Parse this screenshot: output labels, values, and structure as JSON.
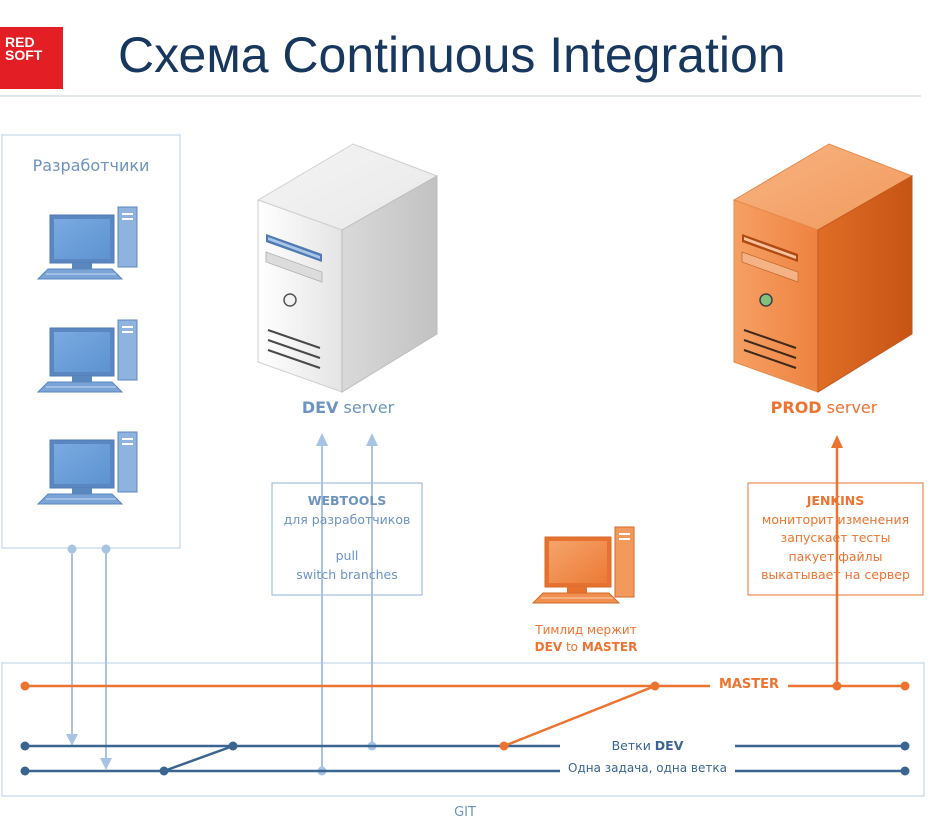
{
  "title": "Схема Continuous Integration",
  "logo": {
    "line1": "RED",
    "line2": "SOFT"
  },
  "developers": {
    "label": "Разработчики"
  },
  "dev_server": {
    "name_bold": "DEV",
    "name_rest": " server"
  },
  "prod_server": {
    "name_bold": "PROD",
    "name_rest": " server"
  },
  "webtools": {
    "title": "WEBTOOLS",
    "subtitle": "для разработчиков",
    "line1": "pull",
    "line2": "switch branches"
  },
  "jenkins": {
    "title": "JENKINS",
    "line1": "мониторит изменения",
    "line2": "запускает тесты",
    "line3": "пакует файлы",
    "line4": "выкатывает на сервер"
  },
  "teamlead": {
    "line1": "Тимлид мержит",
    "line2_a": "DEV",
    "line2_b": " to ",
    "line2_c": "MASTER"
  },
  "git": {
    "label": "GIT",
    "master_label": "MASTER",
    "dev_label_a": "Ветки ",
    "dev_label_b": "DEV",
    "dev_sublabel": "Одна задача, одна ветка"
  },
  "colors": {
    "orange": "#ec7330",
    "dark_blue": "#3a6591",
    "light_blue": "#a8c3e3",
    "text_blue": "#6d93c1",
    "title_navy": "#17375e",
    "logo_red": "#e31e24"
  }
}
